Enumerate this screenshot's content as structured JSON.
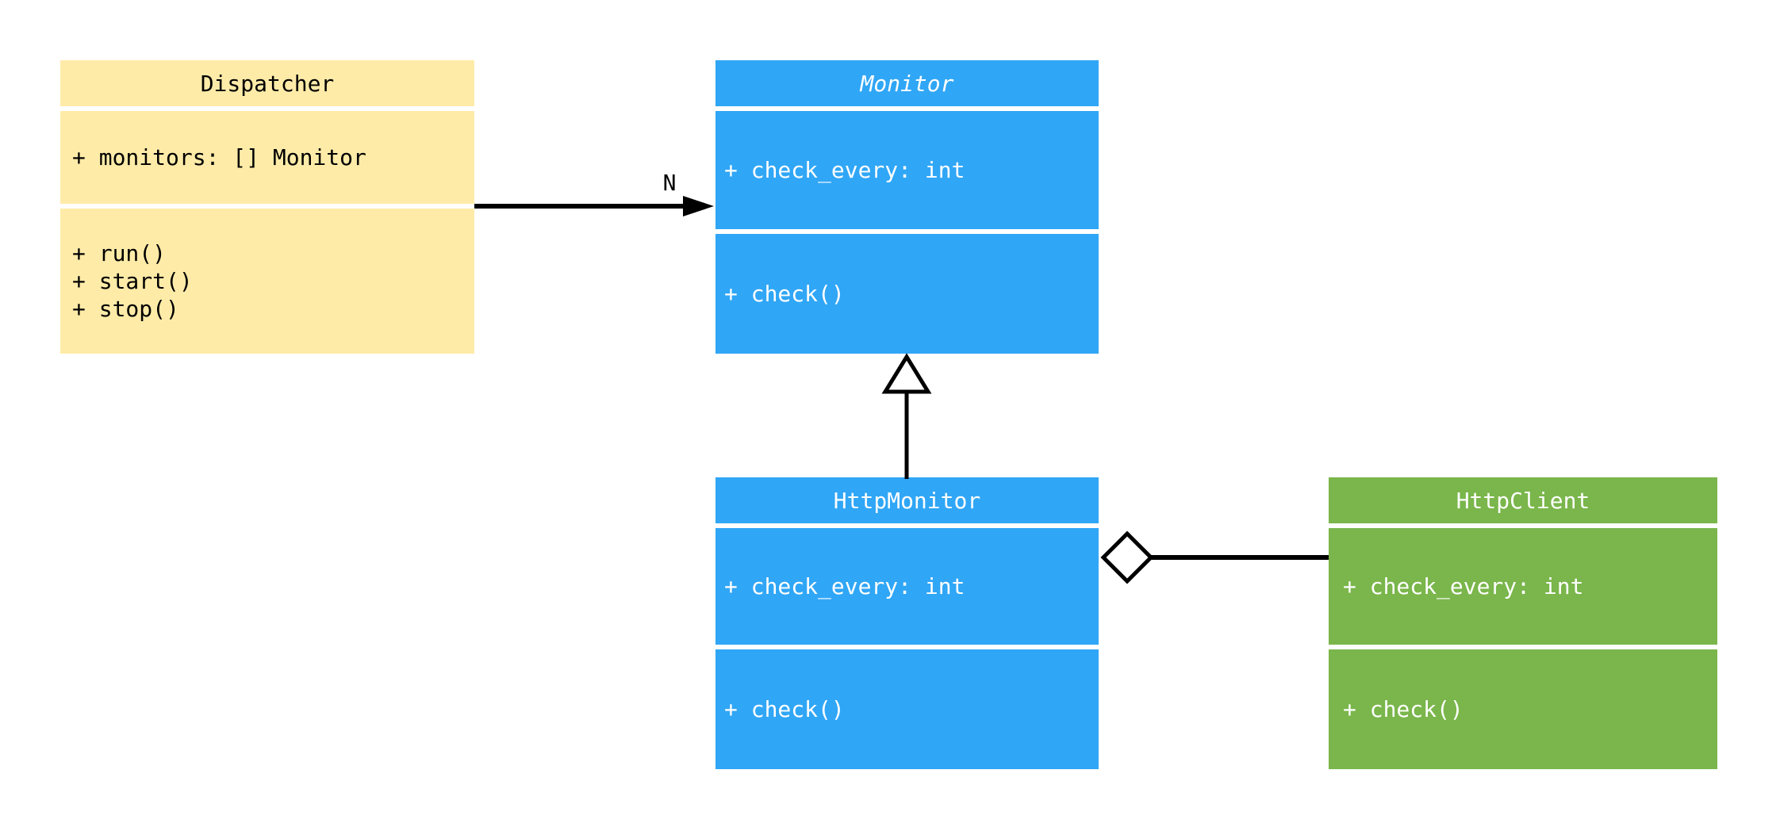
{
  "diagram_type": "uml-class-diagram",
  "palette": {
    "background": "#FFFFFF",
    "dispatcher_fill": "#FFEBA8",
    "monitor_fill": "#30A6F6",
    "http_monitor_fill": "#30A6F6",
    "http_client_fill": "#7AB64B",
    "text_on_yellow": "#000000",
    "text_on_color": "#FFFFFF",
    "connector_color": "#000000"
  },
  "classes": {
    "dispatcher": {
      "title": "Dispatcher",
      "attributes": [
        "+ monitors: [] Monitor"
      ],
      "methods": [
        "+ run()",
        "+ start()",
        "+ stop()"
      ]
    },
    "monitor": {
      "title": "Monitor",
      "title_style": "italic-abstract",
      "attributes": [
        "+ check_every: int"
      ],
      "methods": [
        "+ check()"
      ]
    },
    "http_monitor": {
      "title": "HttpMonitor",
      "attributes": [
        "+ check_every: int"
      ],
      "methods": [
        "+ check()"
      ]
    },
    "http_client": {
      "title": "HttpClient",
      "attributes": [
        "+ check_every: int"
      ],
      "methods": [
        "+ check()"
      ]
    }
  },
  "relationships": {
    "dispatcher_monitor": {
      "from": "Dispatcher",
      "to": "Monitor",
      "type": "association-filled-arrow",
      "label": "N"
    },
    "httpmonitor_monitor": {
      "from": "HttpMonitor",
      "to": "Monitor",
      "type": "inheritance-hollow-triangle"
    },
    "httpmonitor_httpclient": {
      "from": "HttpMonitor",
      "to": "HttpClient",
      "type": "aggregation-hollow-diamond"
    }
  }
}
